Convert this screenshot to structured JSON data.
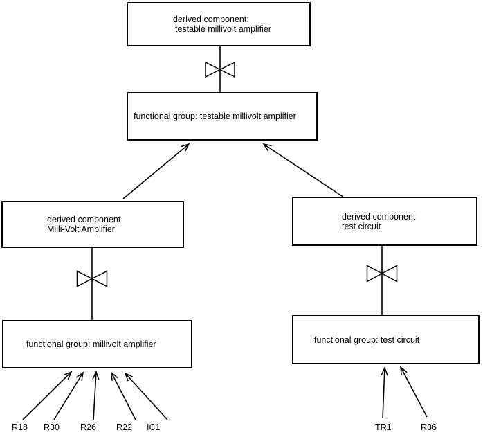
{
  "diagram": {
    "colors": {
      "background": "#ffffff",
      "line": "#000000",
      "text": "#000000"
    },
    "nodes": {
      "top_derived": {
        "line1": "derived component:",
        "line2": "testable millivolt amplifier"
      },
      "top_functional": {
        "label": "functional group: testable millivolt amplifier"
      },
      "left_derived": {
        "line1": "derived component",
        "line2": "Milli-Volt Amplifier"
      },
      "left_functional": {
        "label": "functional group: millivolt amplifier"
      },
      "right_derived": {
        "line1": "derived component",
        "line2": "test circuit"
      },
      "right_functional": {
        "label": "functional group: test circuit"
      }
    },
    "left_leaves": [
      "R18",
      "R30",
      "R26",
      "R22",
      "IC1"
    ],
    "right_leaves": [
      "TR1",
      "R36"
    ]
  }
}
